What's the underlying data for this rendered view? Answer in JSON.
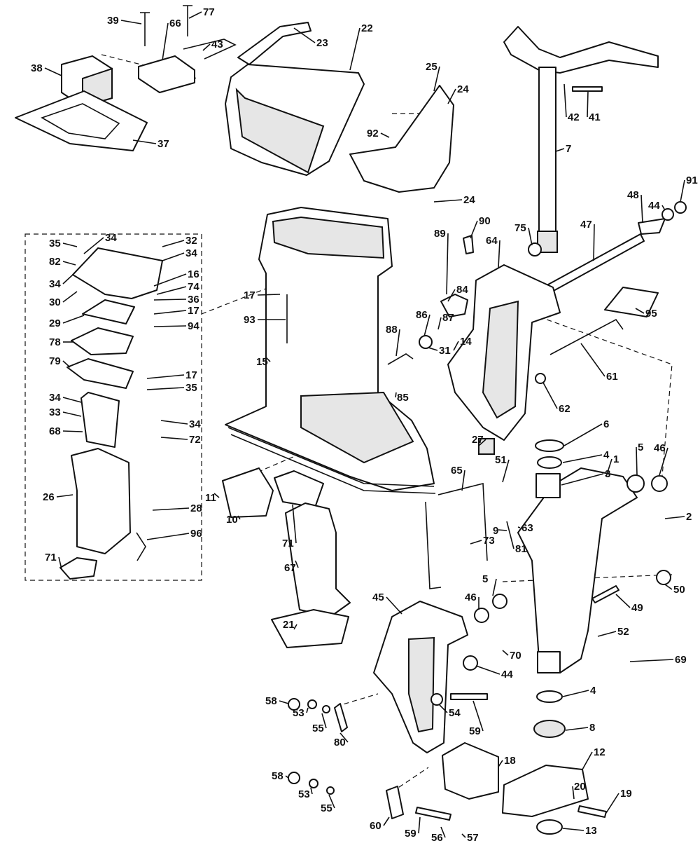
{
  "diagram": {
    "type": "exploded-parts-diagram",
    "callouts": [
      "39",
      "77",
      "66",
      "43",
      "23",
      "22",
      "38",
      "37",
      "25",
      "24",
      "92",
      "24",
      "42",
      "41",
      "7",
      "91",
      "48",
      "44",
      "47",
      "90",
      "89",
      "64",
      "75",
      "35",
      "34",
      "32",
      "34",
      "82",
      "16",
      "34",
      "74",
      "36",
      "30",
      "17",
      "29",
      "94",
      "78",
      "17",
      "93",
      "84",
      "86",
      "87",
      "88",
      "14",
      "31",
      "95",
      "61",
      "79",
      "17",
      "35",
      "15",
      "85",
      "62",
      "34",
      "33",
      "34",
      "68",
      "72",
      "6",
      "4",
      "27",
      "5",
      "46",
      "3",
      "51",
      "1",
      "65",
      "11",
      "10",
      "26",
      "28",
      "96",
      "2",
      "71",
      "63",
      "73",
      "81",
      "9",
      "50",
      "71",
      "67",
      "45",
      "46",
      "5",
      "49",
      "52",
      "70",
      "21",
      "44",
      "69",
      "4",
      "58",
      "53",
      "55",
      "80",
      "54",
      "59",
      "8",
      "18",
      "12",
      "20",
      "19",
      "58",
      "53",
      "55",
      "60",
      "59",
      "56",
      "57",
      "13"
    ]
  }
}
